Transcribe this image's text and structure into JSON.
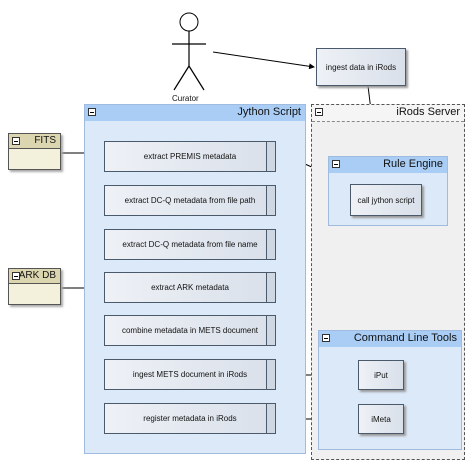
{
  "actor": {
    "label": "Curator"
  },
  "ingest_node": "ingest data in iRods",
  "panels": {
    "jython": {
      "title": "Jython Script"
    },
    "irods": {
      "title": "iRods Server"
    },
    "rule_engine": {
      "title": "Rule Engine"
    },
    "cmd_tools": {
      "title": "Command Line Tools"
    }
  },
  "external": {
    "fits": {
      "title": "FITS"
    },
    "arkdb": {
      "title": "ARK DB"
    }
  },
  "steps": [
    "extract PREMIS metadata",
    "extract DC-Q metadata from file path",
    "extract DC-Q metadata from file name",
    "extract ARK metadata",
    "combine metadata in METS document",
    "ingest METS document in iRods",
    "register metadata in iRods"
  ],
  "rule_node": "call jython script",
  "tools": {
    "iput": "iPut",
    "imeta": "iMeta"
  },
  "colors": {
    "jython_panel": "#dbe9f8",
    "panel_header": "#a9cdf5",
    "irods_panel": "#f0f0f0",
    "external_box": "#f3f0dc"
  }
}
